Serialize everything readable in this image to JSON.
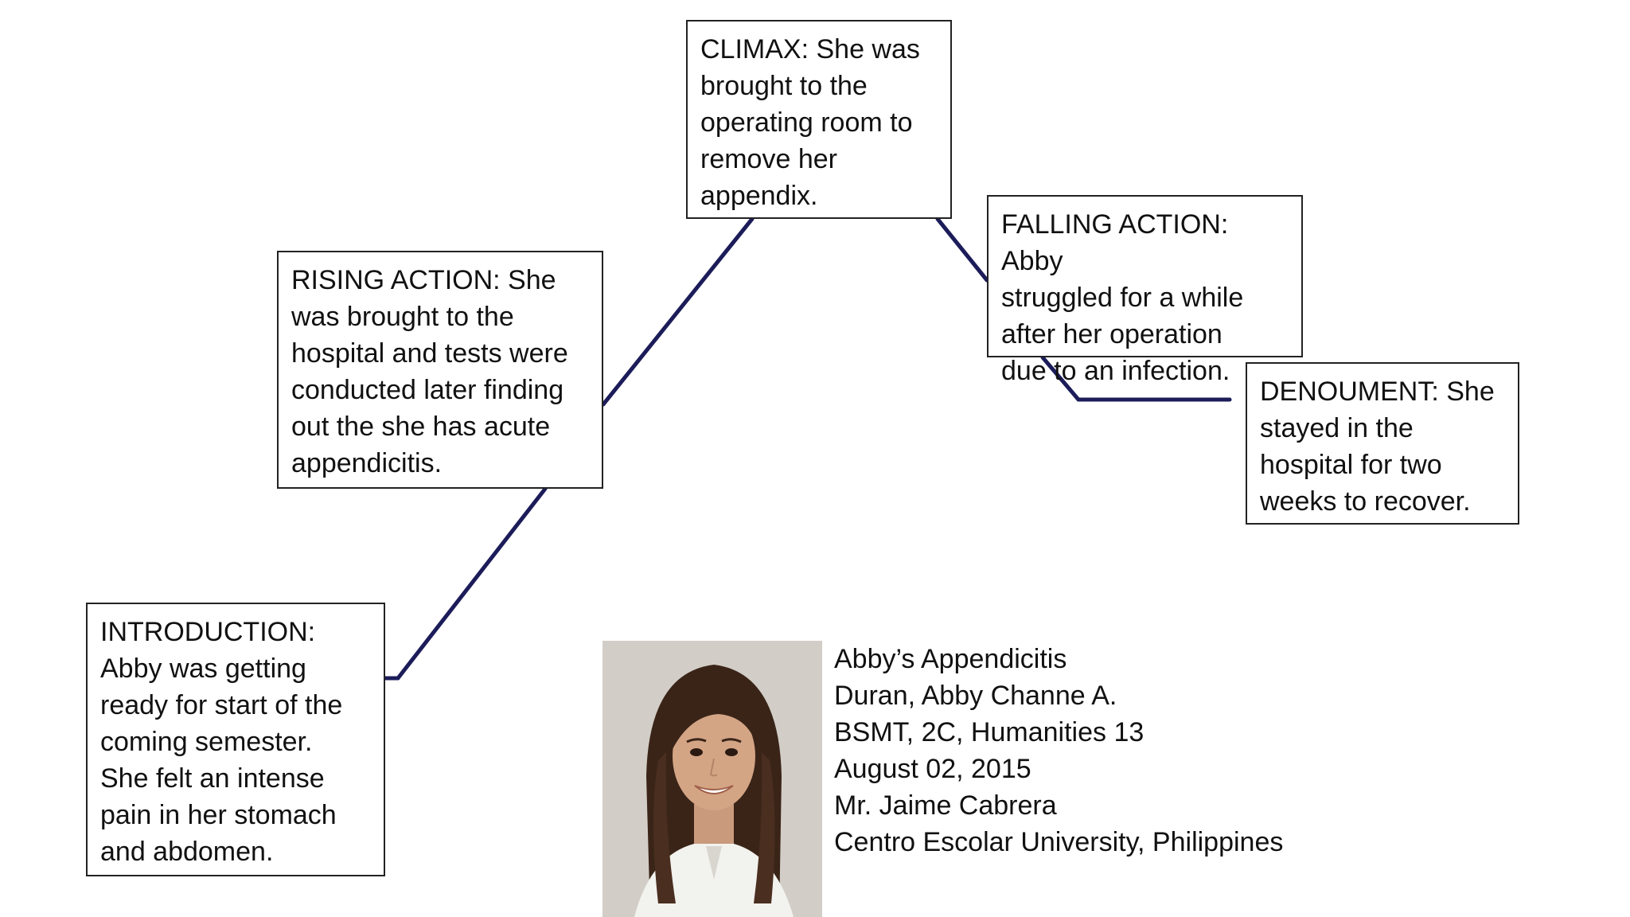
{
  "plot": {
    "introduction": "INTRODUCTION:\nAbby was getting\nready for start of the\ncoming semester.\nShe felt an intense\npain in her stomach\nand abdomen.",
    "rising_action": "RISING ACTION: She\nwas brought to the\nhospital and tests were\nconducted later finding\nout the she has acute\nappendicitis.",
    "climax": "CLIMAX: She was\nbrought to the\noperating room to\nremove her\nappendix.",
    "falling_action": "FALLING ACTION: Abby\nstruggled for a while\nafter her operation\ndue to an infection.",
    "denouement": "DENOUMENT: She\nstayed in the\nhospital for two\nweeks to recover."
  },
  "info": {
    "title": "Abby’s Appendicitis",
    "name": "Duran, Abby Channe A.",
    "course": "BSMT, 2C, Humanities 13",
    "date": "August 02, 2015",
    "teacher": "Mr. Jaime Cabrera",
    "school": "Centro Escolar University, Philippines"
  },
  "colors": {
    "plot_line": "#1c1c5a",
    "box_border": "#222222"
  },
  "photo": {
    "subject": "student-portrait"
  }
}
